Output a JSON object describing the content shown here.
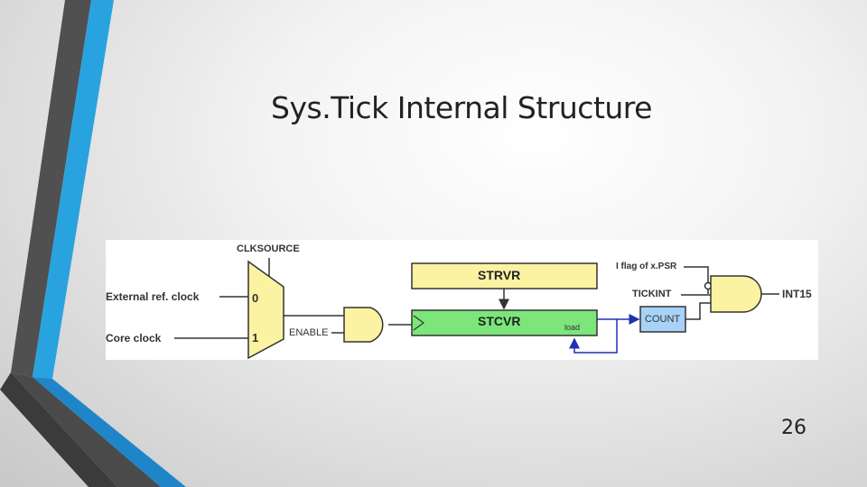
{
  "slide": {
    "title": "Sys.Tick Internal Structure",
    "page_number": "26"
  },
  "diagram": {
    "inputs": {
      "clksource": "CLKSOURCE",
      "external_ref_clock": "External ref. clock",
      "core_clock": "Core clock"
    },
    "mux": {
      "input0": "0",
      "input1": "1"
    },
    "enable": "ENABLE",
    "registers": {
      "strvr": "STRVR",
      "stcvr": "STCVR",
      "load": "load",
      "count": "COUNT"
    },
    "interrupt": {
      "flag": "I flag of x.PSR",
      "tickint": "TICKINT",
      "output": "INT15"
    },
    "colors": {
      "gate_fill": "#fbf3a2",
      "register_yellow": "#fbf3a2",
      "register_green": "#7ce67a",
      "count_fill": "#a8d2f7",
      "arrow_blue": "#2030b0"
    }
  }
}
